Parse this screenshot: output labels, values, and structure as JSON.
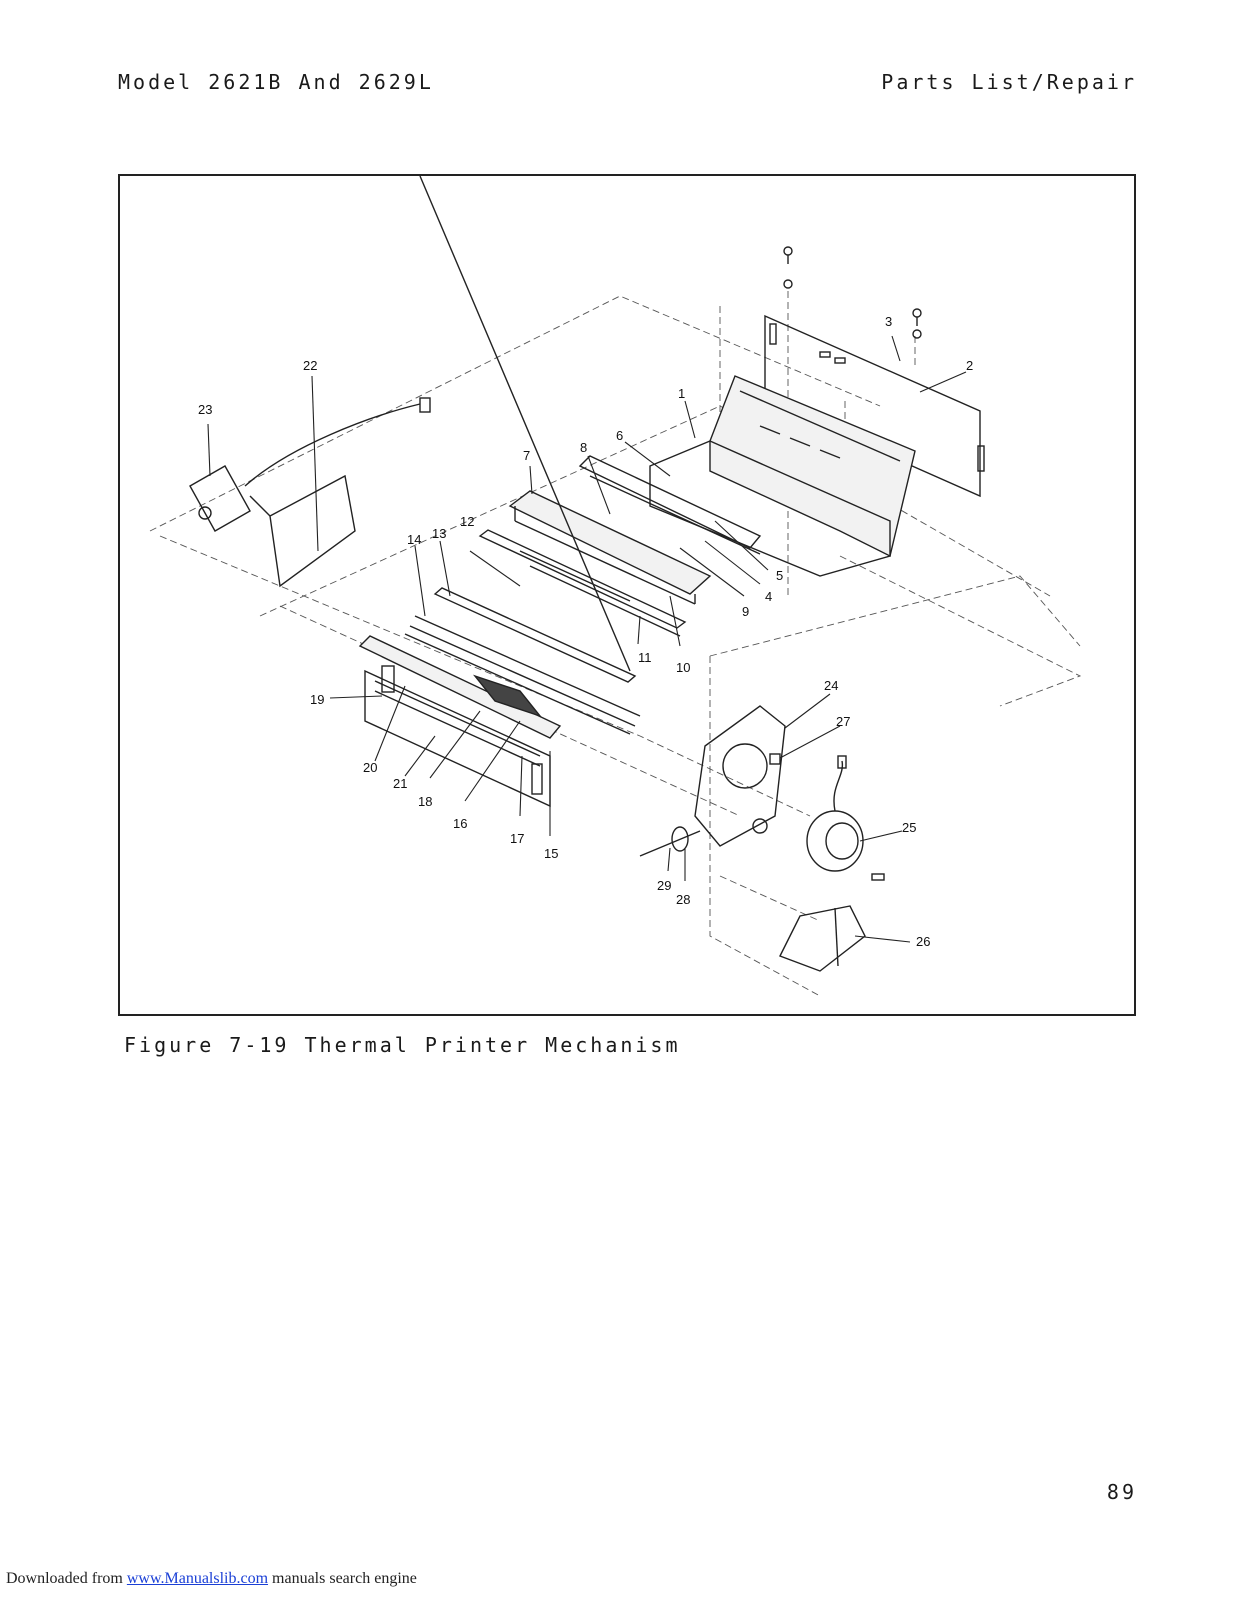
{
  "header": {
    "left": "Model 2621B And 2629L",
    "right": "Parts List/Repair"
  },
  "figure": {
    "caption": "Figure 7-19 Thermal Printer Mechanism",
    "callouts": [
      "1",
      "2",
      "3",
      "4",
      "5",
      "6",
      "7",
      "8",
      "9",
      "10",
      "11",
      "12",
      "13",
      "14",
      "15",
      "16",
      "17",
      "18",
      "19",
      "20",
      "21",
      "22",
      "23",
      "24",
      "25",
      "26",
      "27",
      "28",
      "29"
    ]
  },
  "page_number": "89",
  "footer": {
    "prefix": "Downloaded from ",
    "link": "www.Manualslib.com",
    "suffix": " manuals search engine"
  }
}
